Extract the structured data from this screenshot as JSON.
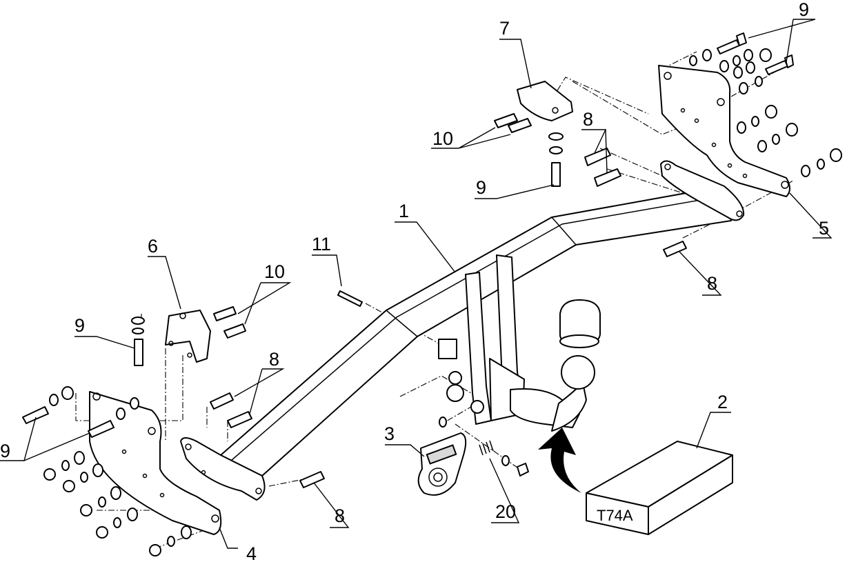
{
  "labels": {
    "l1": "1",
    "l2": "2",
    "l3": "3",
    "l4": "4",
    "l5": "5",
    "l6": "6",
    "l7": "7",
    "l8a": "8",
    "l8b": "8",
    "l8c": "8",
    "l8d": "8",
    "l9a": "9",
    "l9b": "9",
    "l9c": "9",
    "l9d": "9",
    "l10a": "10",
    "l10b": "10",
    "l11": "11",
    "l20": "20"
  },
  "box_label": "T74A"
}
